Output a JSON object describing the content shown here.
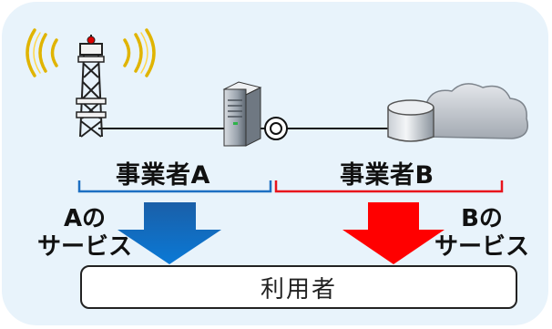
{
  "operators": {
    "a": {
      "label": "事業者A",
      "color": "#1d6fc2"
    },
    "b": {
      "label": "事業者B",
      "color": "#e8141c"
    }
  },
  "services": {
    "a": {
      "line1": "Aの",
      "line2": "サービス"
    },
    "b": {
      "line1": "Bの",
      "line2": "サービス"
    }
  },
  "user": {
    "label": "利用者"
  },
  "icons": [
    "radio-tower-icon",
    "server-icon",
    "connection-point-icon",
    "storage-drum-icon",
    "cloud-icon"
  ],
  "colors": {
    "background": "#e8f3fb",
    "arrow_a": "#0b6fc8",
    "arrow_b": "#ff0000"
  }
}
